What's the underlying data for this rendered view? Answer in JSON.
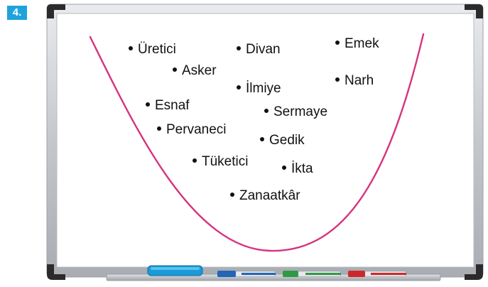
{
  "question": {
    "number_label": "4."
  },
  "board": {
    "words": [
      {
        "id": "uretici",
        "text": "Üretici"
      },
      {
        "id": "divan",
        "text": "Divan"
      },
      {
        "id": "emek",
        "text": "Emek"
      },
      {
        "id": "asker",
        "text": "Asker"
      },
      {
        "id": "ilmiye",
        "text": "İlmiye"
      },
      {
        "id": "narh",
        "text": "Narh"
      },
      {
        "id": "esnaf",
        "text": "Esnaf"
      },
      {
        "id": "sermaye",
        "text": "Sermaye"
      },
      {
        "id": "pervaneci",
        "text": "Pervaneci"
      },
      {
        "id": "gedik",
        "text": "Gedik"
      },
      {
        "id": "tuketici",
        "text": "Tüketici"
      },
      {
        "id": "ikta",
        "text": "İkta"
      },
      {
        "id": "zanaatkar",
        "text": "Zanaatkâr"
      }
    ],
    "colors": {
      "curve": "#d6337f",
      "frame": "#c9ccd0",
      "eraser": "#1a9ad6",
      "marker_blue": "#2266b8",
      "marker_green": "#2f9a45",
      "marker_red": "#cc2a2a"
    },
    "tools": [
      "eraser",
      "blue-marker",
      "green-marker",
      "red-marker"
    ]
  }
}
